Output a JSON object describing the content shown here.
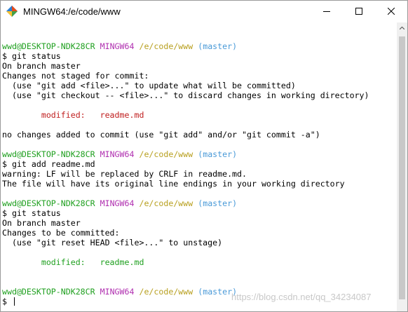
{
  "window": {
    "title": "MINGW64:/e/code/www",
    "app_icon": "mingw-diamond-icon",
    "controls": {
      "minimize_icon": "minimize-icon",
      "maximize_icon": "maximize-icon",
      "close_icon": "close-icon"
    }
  },
  "colors": {
    "prompt_user": "#20a020",
    "prompt_env": "#b030b0",
    "prompt_path": "#b8a020",
    "prompt_branch": "#4a9ad8",
    "modified": "#c02020",
    "staged": "#20a020"
  },
  "terminal": {
    "lines": [
      {
        "segments": []
      },
      {
        "segments": [
          {
            "text": "wwd@DESKTOP-NDK28CR",
            "color": "green"
          },
          {
            "text": " ",
            "color": ""
          },
          {
            "text": "MINGW64",
            "color": "magenta"
          },
          {
            "text": " ",
            "color": ""
          },
          {
            "text": "/e/code/www",
            "color": "yellow"
          },
          {
            "text": " ",
            "color": ""
          },
          {
            "text": "(master)",
            "color": "cyan"
          }
        ]
      },
      {
        "segments": [
          {
            "text": "$ git status",
            "color": ""
          }
        ]
      },
      {
        "segments": [
          {
            "text": "On branch master",
            "color": ""
          }
        ]
      },
      {
        "segments": [
          {
            "text": "Changes not staged for commit:",
            "color": ""
          }
        ]
      },
      {
        "segments": [
          {
            "text": "  (use \"git add <file>...\" to update what will be committed)",
            "color": ""
          }
        ]
      },
      {
        "segments": [
          {
            "text": "  (use \"git checkout -- <file>...\" to discard changes in working directory)",
            "color": ""
          }
        ]
      },
      {
        "segments": []
      },
      {
        "segments": [
          {
            "text": "        modified:   readme.md",
            "color": "red"
          }
        ]
      },
      {
        "segments": []
      },
      {
        "segments": [
          {
            "text": "no changes added to commit (use \"git add\" and/or \"git commit -a\")",
            "color": ""
          }
        ]
      },
      {
        "segments": []
      },
      {
        "segments": [
          {
            "text": "wwd@DESKTOP-NDK28CR",
            "color": "green"
          },
          {
            "text": " ",
            "color": ""
          },
          {
            "text": "MINGW64",
            "color": "magenta"
          },
          {
            "text": " ",
            "color": ""
          },
          {
            "text": "/e/code/www",
            "color": "yellow"
          },
          {
            "text": " ",
            "color": ""
          },
          {
            "text": "(master)",
            "color": "cyan"
          }
        ]
      },
      {
        "segments": [
          {
            "text": "$ git add readme.md",
            "color": ""
          }
        ]
      },
      {
        "segments": [
          {
            "text": "warning: LF will be replaced by CRLF in readme.md.",
            "color": ""
          }
        ]
      },
      {
        "segments": [
          {
            "text": "The file will have its original line endings in your working directory",
            "color": ""
          }
        ]
      },
      {
        "segments": []
      },
      {
        "segments": [
          {
            "text": "wwd@DESKTOP-NDK28CR",
            "color": "green"
          },
          {
            "text": " ",
            "color": ""
          },
          {
            "text": "MINGW64",
            "color": "magenta"
          },
          {
            "text": " ",
            "color": ""
          },
          {
            "text": "/e/code/www",
            "color": "yellow"
          },
          {
            "text": " ",
            "color": ""
          },
          {
            "text": "(master)",
            "color": "cyan"
          }
        ]
      },
      {
        "segments": [
          {
            "text": "$ git status",
            "color": ""
          }
        ]
      },
      {
        "segments": [
          {
            "text": "On branch master",
            "color": ""
          }
        ]
      },
      {
        "segments": [
          {
            "text": "Changes to be committed:",
            "color": ""
          }
        ]
      },
      {
        "segments": [
          {
            "text": "  (use \"git reset HEAD <file>...\" to unstage)",
            "color": ""
          }
        ]
      },
      {
        "segments": []
      },
      {
        "segments": [
          {
            "text": "        modified:   readme.md",
            "color": "green"
          }
        ]
      },
      {
        "segments": []
      },
      {
        "segments": []
      },
      {
        "segments": [
          {
            "text": "wwd@DESKTOP-NDK28CR",
            "color": "green"
          },
          {
            "text": " ",
            "color": ""
          },
          {
            "text": "MINGW64",
            "color": "magenta"
          },
          {
            "text": " ",
            "color": ""
          },
          {
            "text": "/e/code/www",
            "color": "yellow"
          },
          {
            "text": " ",
            "color": ""
          },
          {
            "text": "(master)",
            "color": "cyan"
          }
        ]
      },
      {
        "segments": [
          {
            "text": "$ ",
            "color": ""
          }
        ],
        "cursor": true
      }
    ]
  },
  "watermark": "https://blog.csdn.net/qq_34234087"
}
